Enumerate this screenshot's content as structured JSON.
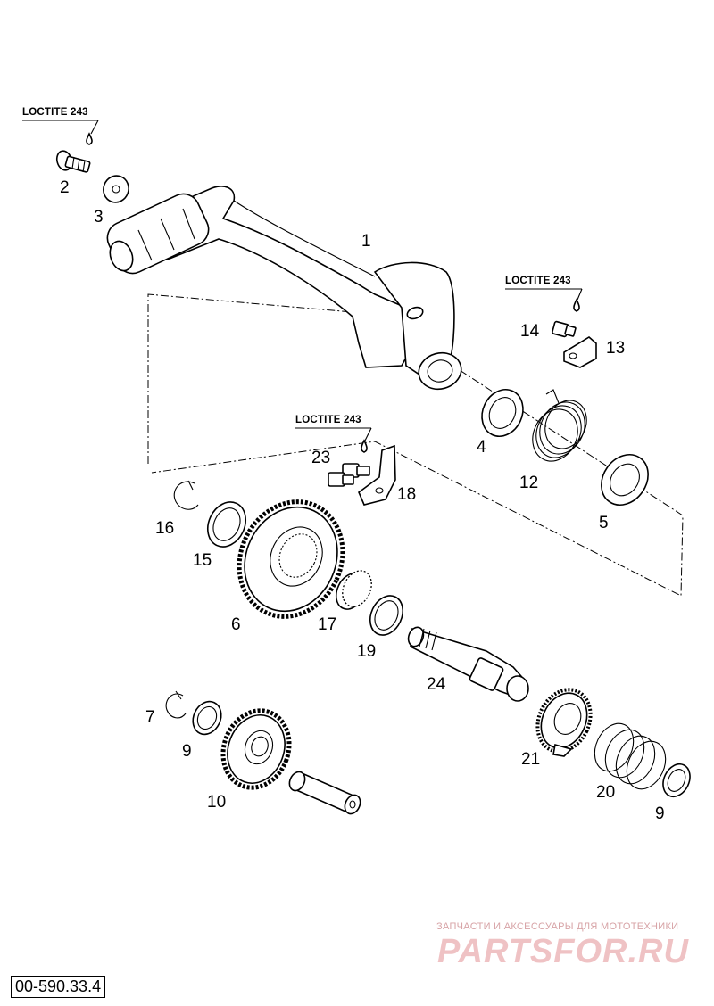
{
  "callouts": {
    "p1": "1",
    "p2": "2",
    "p3": "3",
    "p4": "4",
    "p5": "5",
    "p6": "6",
    "p7": "7",
    "p9a": "9",
    "p9b": "9",
    "p10": "10",
    "p12": "12",
    "p13": "13",
    "p14": "14",
    "p15": "15",
    "p16": "16",
    "p17": "17",
    "p18": "18",
    "p19": "19",
    "p20": "20",
    "p21": "21",
    "p23": "23",
    "p24": "24"
  },
  "loctite": {
    "top": "LOCTITE 243",
    "right": "LOCTITE 243",
    "middle": "LOCTITE 243"
  },
  "watermark": {
    "caption": "ЗАПЧАСТИ И АКСЕССУАРЫ ДЛЯ МОТОТЕХНИКИ",
    "brand": "PARTSFOR.RU"
  },
  "document_id": "00-590.33.4"
}
